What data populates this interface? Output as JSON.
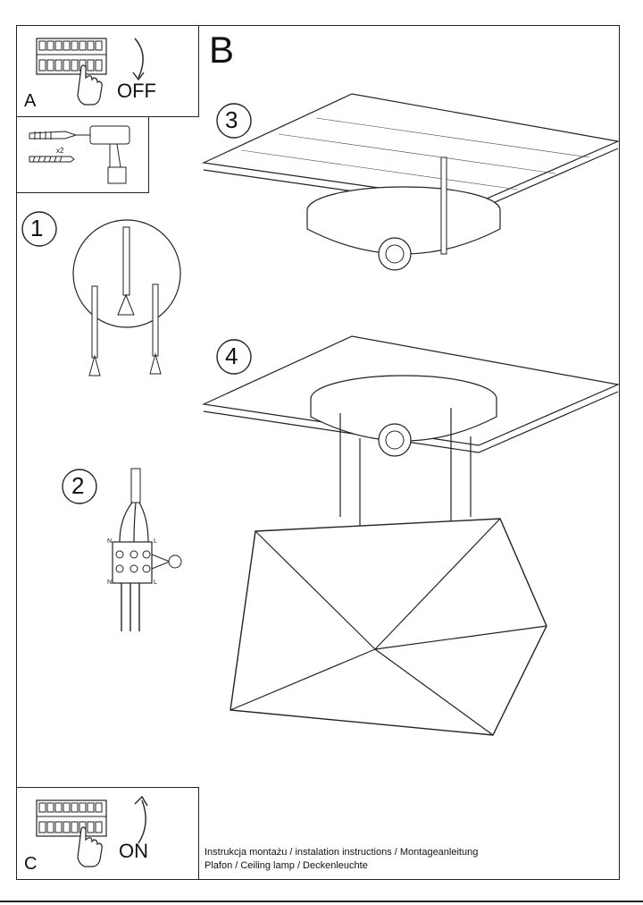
{
  "panel_a": {
    "letter": "A",
    "action": "OFF"
  },
  "panel_b": {
    "letter": "B"
  },
  "panel_c": {
    "letter": "C",
    "action": "ON"
  },
  "tools": {
    "quantity": "x2"
  },
  "steps": [
    {
      "number": "1"
    },
    {
      "number": "2"
    },
    {
      "number": "3"
    },
    {
      "number": "4"
    }
  ],
  "wiring": {
    "top_left": "N",
    "top_right": "L",
    "bottom_left": "N",
    "bottom_right": "L"
  },
  "footer": {
    "line1": "Instrukcja montażu / instalation instructions / Montageanleitung",
    "line2": "Plafon / Ceiling lamp / Deckenleuchte"
  }
}
